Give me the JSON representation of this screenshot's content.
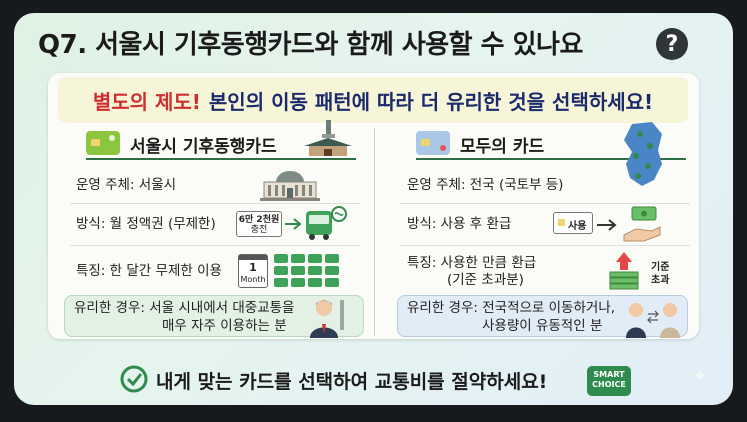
{
  "title": "Q7. 서울시 기후동행카드와 함께 사용할 수 있나요",
  "question_mark": "?",
  "banner": {
    "highlight": "별도의 제도!",
    "rest": "본인의 이동 패턴에 따라 더 유리한 것을 선택하세요!"
  },
  "left": {
    "heading": "서울시 기후동행카드",
    "operator": "운영 주체: 서울시",
    "method": "방식: 월 정액권 (무제한)",
    "feature": "특징: 한 달간 무제한 이용",
    "charge_line1": "6만 2천원",
    "charge_line2": "충전",
    "month_num": "1",
    "month_label": "Month",
    "benefit_label": "유리한 경우:",
    "benefit_line1": "서울 시내에서 대중교통을",
    "benefit_line2": "매우 자주 이용하는 분"
  },
  "right": {
    "heading": "모두의 카드",
    "operator": "운영 주체: 전국 (국토부 등)",
    "method": "방식: 사용 후 환급",
    "use_tag": "사용",
    "feature_line1": "특징: 사용한 만큼 환급",
    "feature_line2": "(기준 초과분)",
    "threshold_line1": "기준",
    "threshold_line2": "초과",
    "benefit_label": "유리한 경우:",
    "benefit_line1": "전국적으로 이동하거나,",
    "benefit_line2": "사용량이 유동적인 분"
  },
  "bottom": {
    "text": "내게 맞는 카드를 선택하여 교통비를 절약하세요!",
    "badge_line1": "SMART",
    "badge_line2": "CHOICE"
  },
  "colors": {
    "accent_green": "#2f8a4d",
    "navy": "#1a2a6c",
    "red": "#cf2e2e",
    "bus_green": "#3ea25a"
  }
}
